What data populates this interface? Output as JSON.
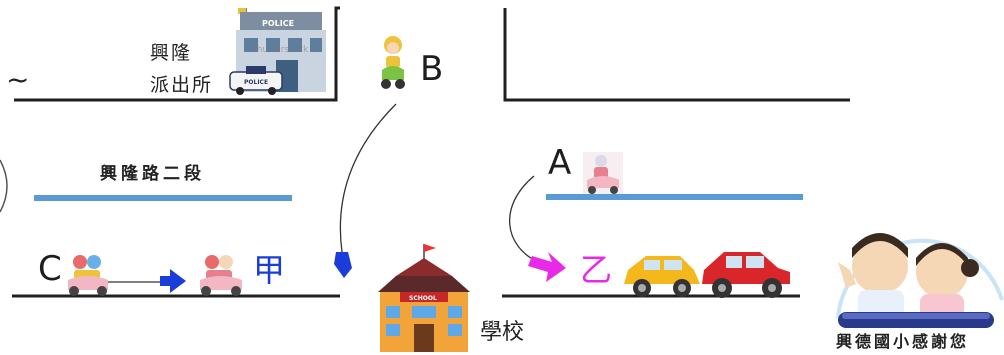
{
  "police_station": {
    "name_line1": "興隆",
    "name_line2": "派出所",
    "sign": "POLICE",
    "car_text": "POLICE",
    "watermark": "shutterstock"
  },
  "road_name": "興隆路二段",
  "labels": {
    "a": "A",
    "b": "B",
    "c": "C",
    "jia": "甲",
    "yi": "乙",
    "tilde": "~"
  },
  "school": {
    "name": "學校",
    "sign": "SCHOOL"
  },
  "thanks": "興德國小感謝您",
  "colors": {
    "road_line": "#1f1f1f",
    "median": "#5b9bd5",
    "blue_arrow": "#1a3cd8",
    "magenta_arrow": "#e82ae8",
    "yellow_car": "#f4b81c",
    "red_car": "#d9262b",
    "school_wall": "#f2a33a",
    "scooter_pink": "#f3b7c4",
    "scooter_green": "#7cc243"
  }
}
